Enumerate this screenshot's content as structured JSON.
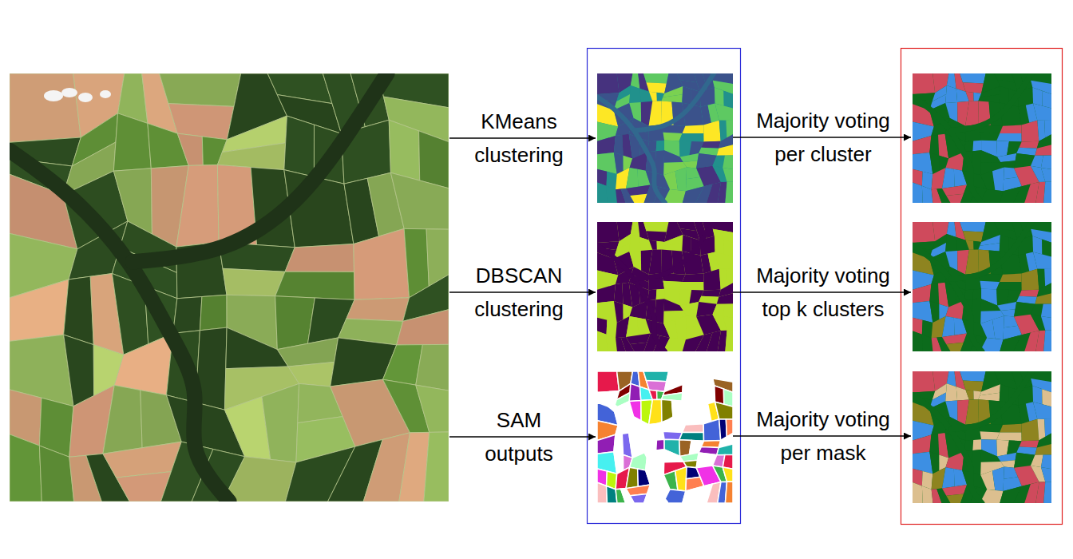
{
  "diagram": {
    "labels": [
      "KMeans clustering",
      "Majority voting per cluster",
      "DBSCAN clustering",
      "Majority voting top k clusters",
      "SAM outputs",
      "Majority voting per mask"
    ]
  }
}
